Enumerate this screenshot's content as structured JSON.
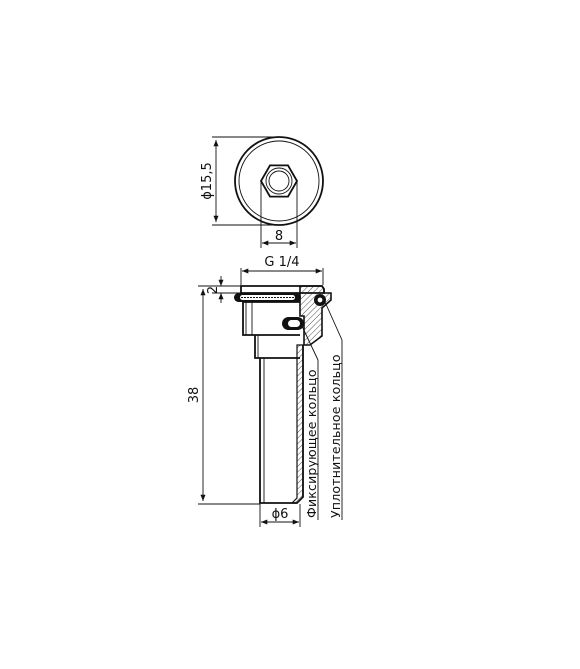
{
  "top_view": {
    "diameter_label": "ϕ15,5",
    "hex_width_label": "8"
  },
  "side_view": {
    "thread_label": "G 1/4",
    "collar_height_label": "2",
    "length_label": "38",
    "tube_diameter_label": "ϕ6"
  },
  "callouts": {
    "retaining_ring": "Фиксирующее кольцо",
    "sealing_ring": "Уплотнительное кольцо"
  }
}
